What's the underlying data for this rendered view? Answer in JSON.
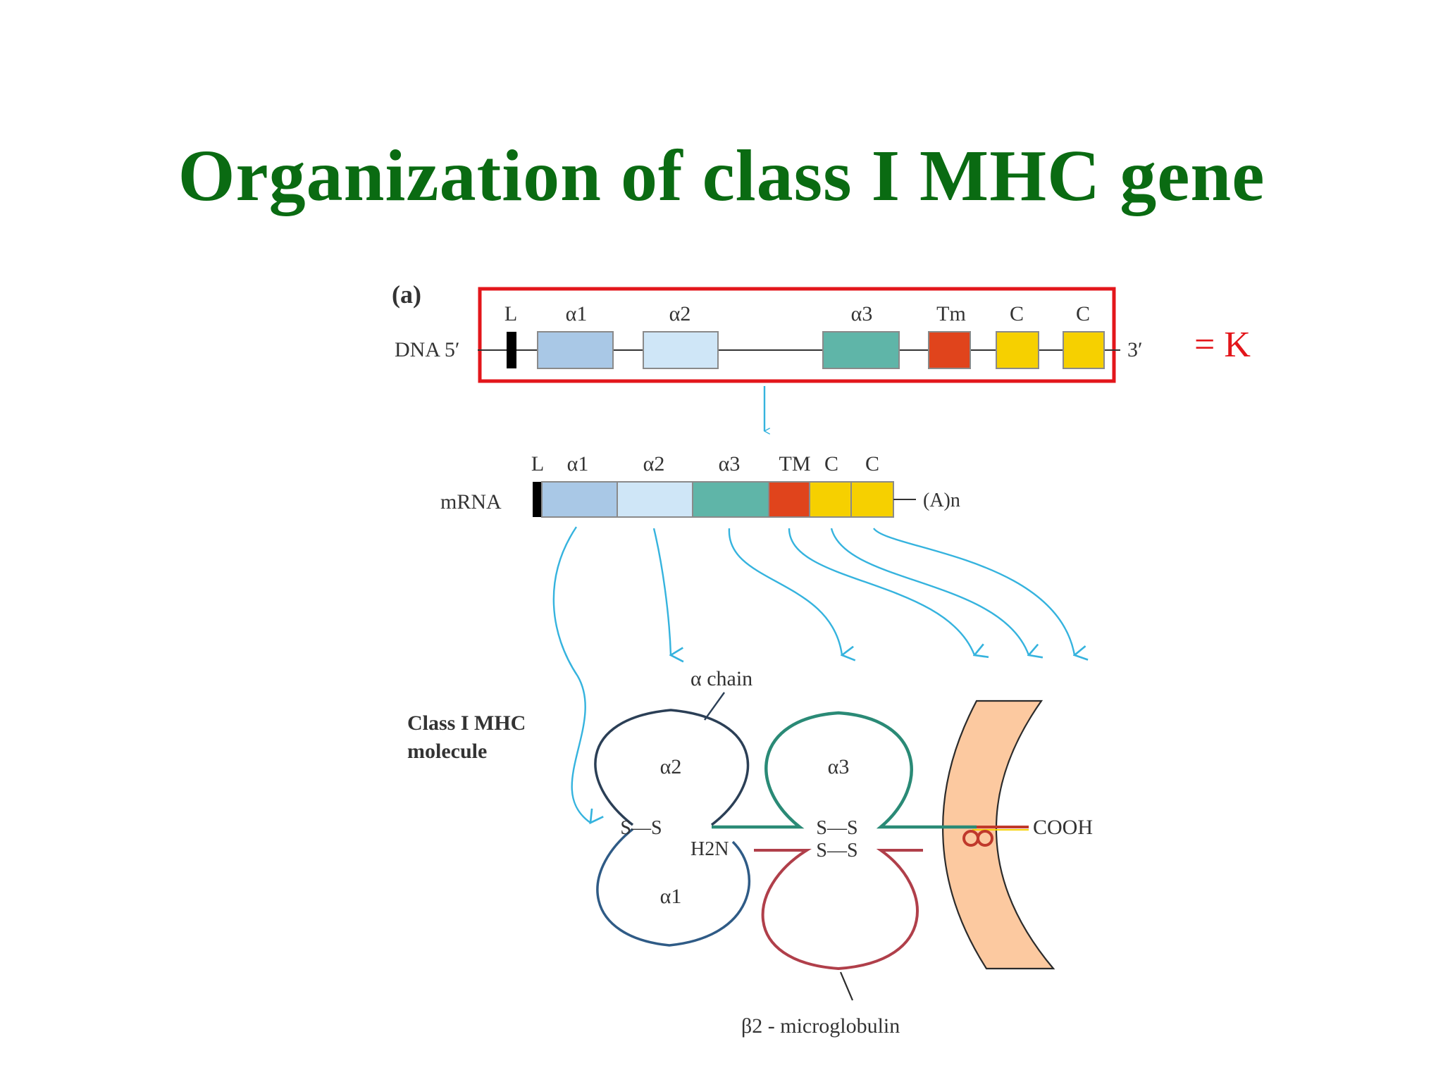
{
  "title": "Organization of class I MHC gene",
  "colors": {
    "title": "#0a6b12",
    "highlight_box": "#e3161b",
    "leader": "#000000",
    "alpha1": "#a9c8e6",
    "alpha2": "#cfe6f7",
    "alpha3": "#5fb5a8",
    "tm": "#e0441c",
    "cytoplasmic": "#f6d000",
    "arrow": "#35b3de",
    "alpha_chain": "#2b3f56",
    "alpha3_outline": "#2a8a76",
    "b2m": "#b03f4a",
    "membrane": "#fcc9a0"
  },
  "panel_label": "(a)",
  "dna": {
    "label": "DNA 5′",
    "end_label": "3′",
    "equals_label": "= K",
    "exons": [
      "L",
      "α1",
      "α2",
      "α3",
      "Tm",
      "C",
      "C"
    ]
  },
  "mrna": {
    "label": "mRNA",
    "tail": "(A)n",
    "segments": [
      "L",
      "α1",
      "α2",
      "α3",
      "TM",
      "C",
      "C"
    ]
  },
  "molecule": {
    "title_line1": "Class I MHC",
    "title_line2": "molecule",
    "alpha_chain_label": "α chain",
    "domain_a1": "α1",
    "domain_a2": "α2",
    "domain_a3": "α3",
    "disulfide": "S—S",
    "amino_terminus": "H2N",
    "carboxy_terminus": "COOH",
    "b2m_label": "β2 - microglobulin"
  }
}
